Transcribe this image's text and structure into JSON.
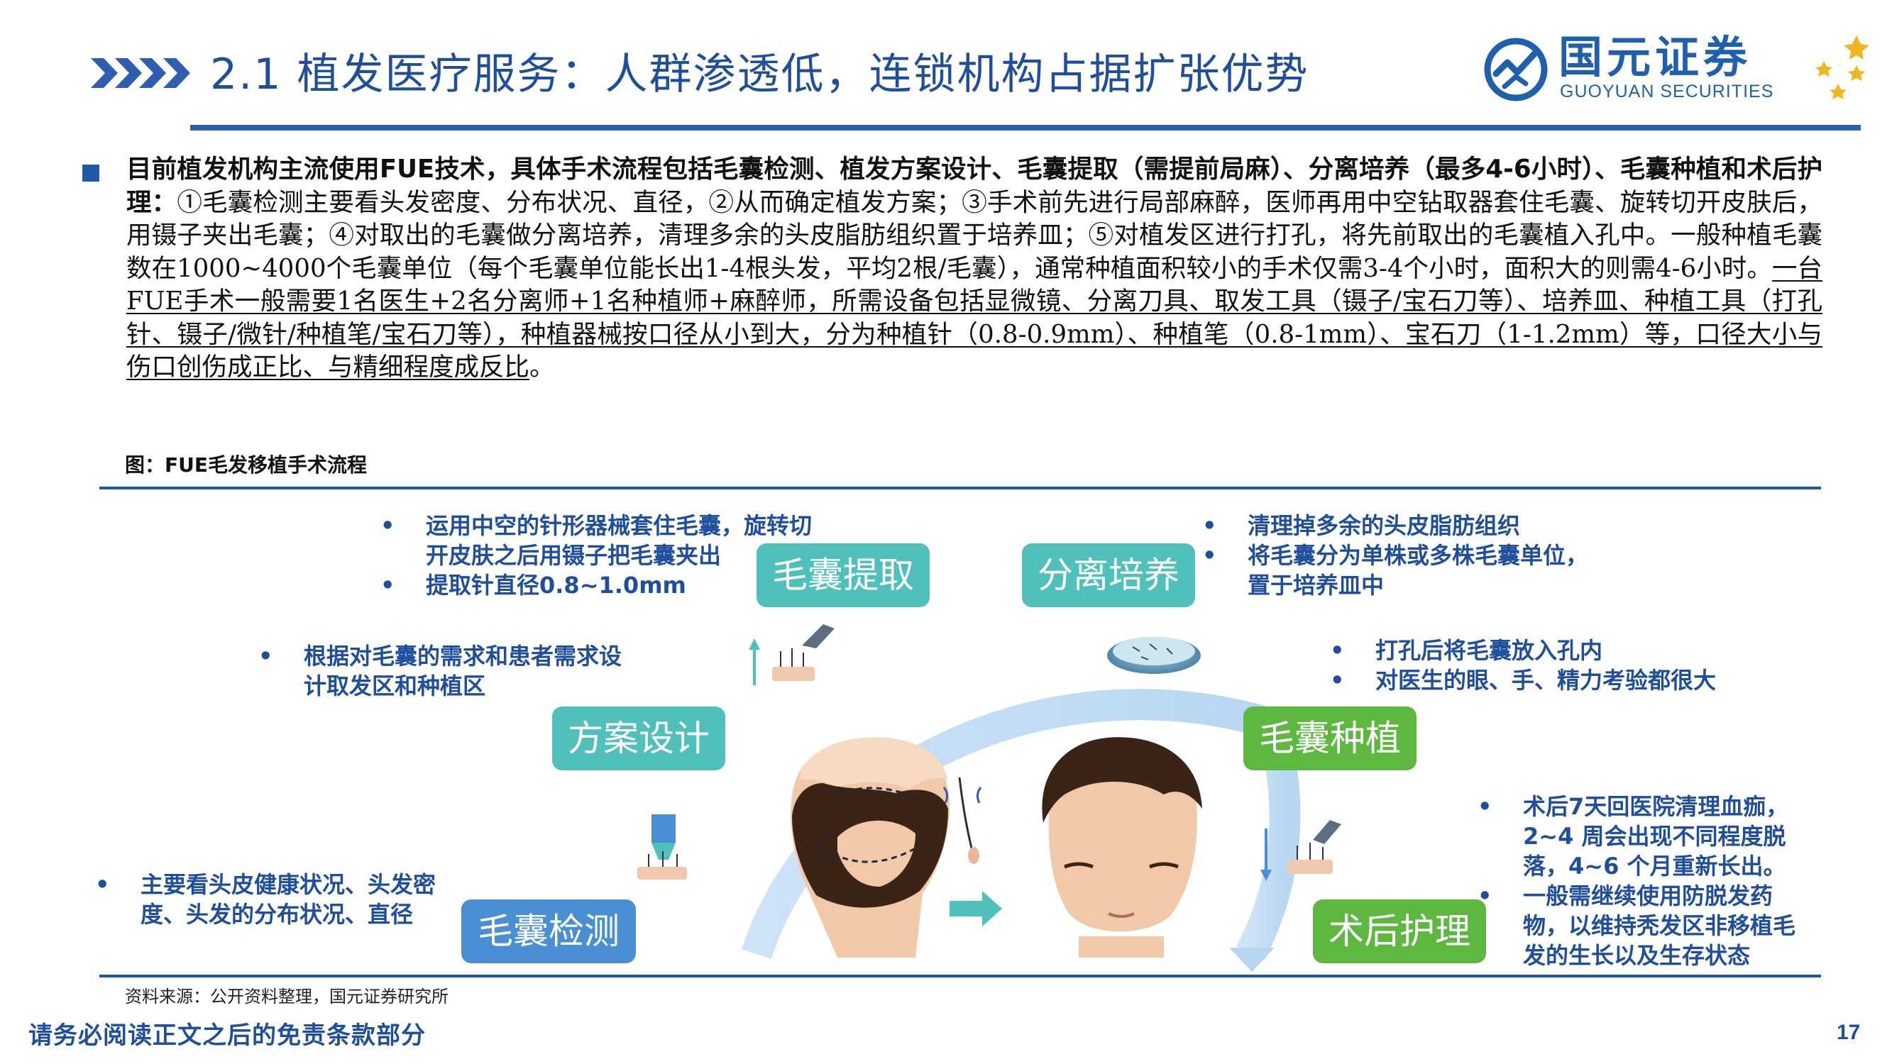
{
  "header": {
    "title": "2.1 植发医疗服务：人群渗透低，连锁机构占据扩张优势",
    "logo_cn": "国元证券",
    "logo_en": "GUOYUAN SECURITIES",
    "accent": "#1f4e9c"
  },
  "body": {
    "lead_bold": "目前植发机构主流使用FUE技术，具体手术流程包括毛囊检测、植发方案设计、毛囊提取（需提前局麻）、分离培养（最多4-6小时）、毛囊种植和术后护理：",
    "text_plain": "①毛囊检测主要看头发密度、分布状况、直径，②从而确定植发方案；③手术前先进行局部麻醉，医师再用中空钻取器套住毛囊、旋转切开皮肤后，用镊子夹出毛囊；④对取出的毛囊做分离培养，清理多余的头皮脂肪组织置于培养皿；⑤对植发区进行打孔，将先前取出的毛囊植入孔中。一般种植毛囊数在1000~4000个毛囊单位（每个毛囊单位能长出1-4根头发，平均2根/毛囊），通常种植面积较小的手术仅需3-4个小时，面积大的则需4-6小时。",
    "text_underlined": "一台FUE手术一般需要1名医生+2名分离师+1名种植师+麻醉师，所需设备包括显微镜、分离刀具、取发工具（镊子/宝石刀等）、培养皿、种植工具（打孔针、镊子/微针/种植笔/宝石刀等），种植器械按口径从小到大，分为种植针（0.8-0.9mm）、种植笔（0.8-1mm）、宝石刀（1-1.2mm）等，口径大小与伤口创伤成正比、与精细程度成反比",
    "text_end": "。"
  },
  "figure": {
    "label": "图：FUE毛发移植手术流程",
    "steps": {
      "detect": "毛囊检测",
      "design": "方案设计",
      "extract": "毛囊提取",
      "separate": "分离培养",
      "implant": "毛囊种植",
      "aftercare": "术后护理"
    },
    "notes": {
      "detect": [
        "主要看头皮健康状况、头发密",
        "度、头发的分布状况、直径"
      ],
      "design": [
        "根据对毛囊的需求和患者需求设",
        "计取发区和种植区"
      ],
      "extract": [
        "运用中空的针形器械套住毛囊，旋转切",
        "开皮肤之后用镊子把毛囊夹出",
        "提取针直径0.8~1.0mm"
      ],
      "separate": [
        "清理掉多余的头皮脂肪组织",
        "将毛囊分为单株或多株毛囊单位，",
        "置于培养皿中"
      ],
      "implant": [
        "打孔后将毛囊放入孔内",
        "对医生的眼、手、精力考验都很大"
      ],
      "aftercare": [
        "术后7天回医院清理血痂，",
        "2~4 周会出现不同程度脱",
        "落，4~6 个月重新长出。",
        "一般需继续使用防脱发药",
        "物，以维持秃发区非移植毛",
        "发的生长以及生存状态"
      ]
    },
    "colors": {
      "teal": "#4fc0ba",
      "green": "#5cb83f",
      "blue": "#4a8fd3"
    }
  },
  "source": "资料来源：公开资料整理，国元证券研究所",
  "footer": {
    "disclaimer": "请务必阅读正文之后的免责条款部分",
    "page": "17"
  }
}
